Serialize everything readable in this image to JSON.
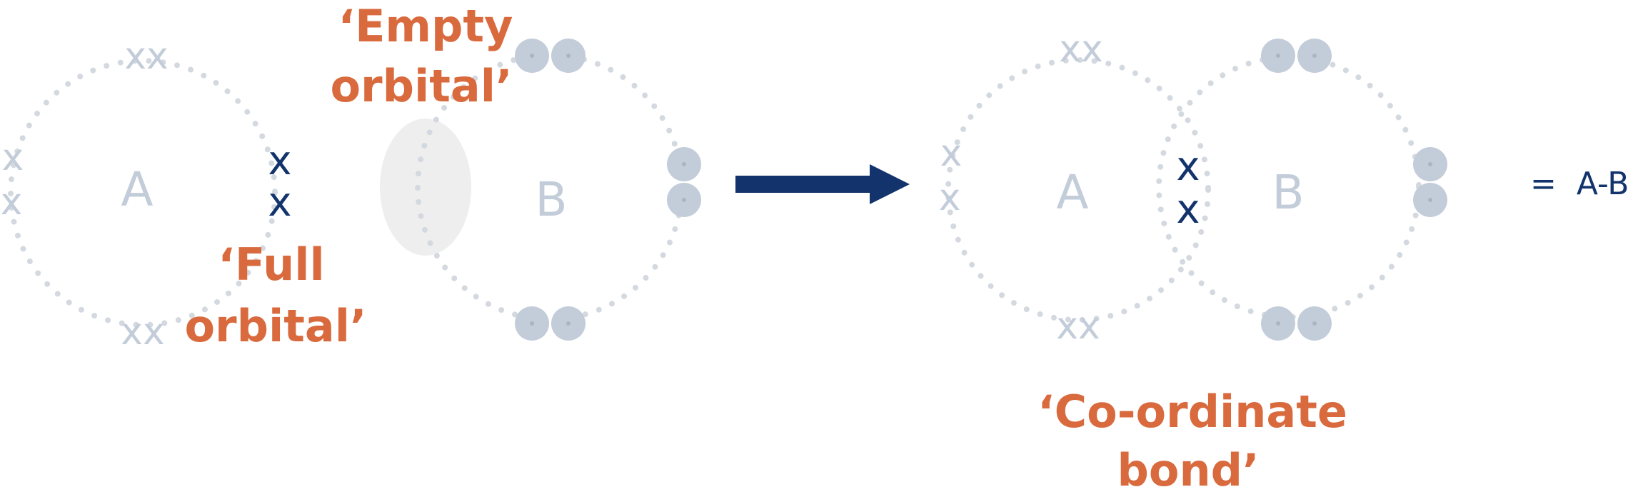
{
  "left_panel": {
    "atom_a_label": "A",
    "atom_b_label": "B",
    "electron_mark": "x",
    "electron_pair_mark": "xx",
    "empty_orbital_label_line1": "‘Empty",
    "empty_orbital_label_line2": "orbital’",
    "full_orbital_label_line1": "‘Full",
    "full_orbital_label_line2": "orbital’"
  },
  "right_panel": {
    "atom_a_label": "A",
    "atom_b_label": "B",
    "electron_mark": "x",
    "electron_pair_mark": "xx",
    "bond_label_line1": "‘Co-ordinate",
    "bond_label_line2": "bond’",
    "formula": "=  A-B"
  },
  "colors": {
    "orbital_dots": "#d4d9e0",
    "light_electron": "#c3ccd9",
    "shared_electron": "#12336b",
    "annotation": "#d96a3d",
    "arrow": "#12336b",
    "empty_orbital_fill": "#eeeeee",
    "b_electron_circle": "#c3ccd9",
    "b_electron_dot": "#a9b4c4"
  },
  "icons": {
    "reaction_arrow": "right-arrow-icon"
  }
}
